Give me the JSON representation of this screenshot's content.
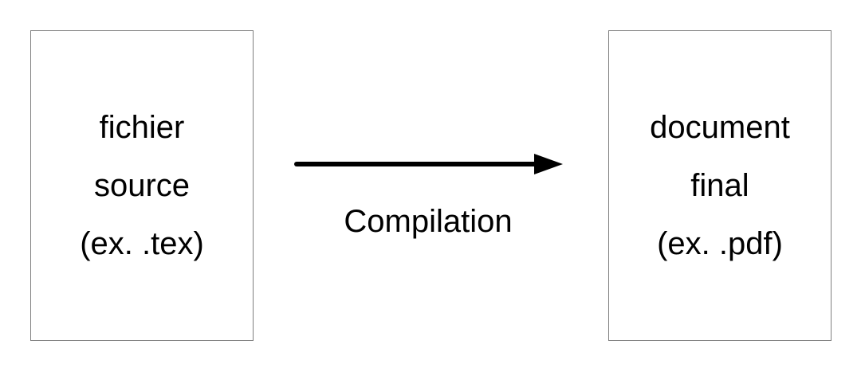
{
  "source_box": {
    "lines": [
      "fichier",
      "source",
      "(ex. .tex)"
    ]
  },
  "arrow_label": "Compilation",
  "target_box": {
    "lines": [
      "document",
      "final",
      "(ex. .pdf)"
    ]
  }
}
